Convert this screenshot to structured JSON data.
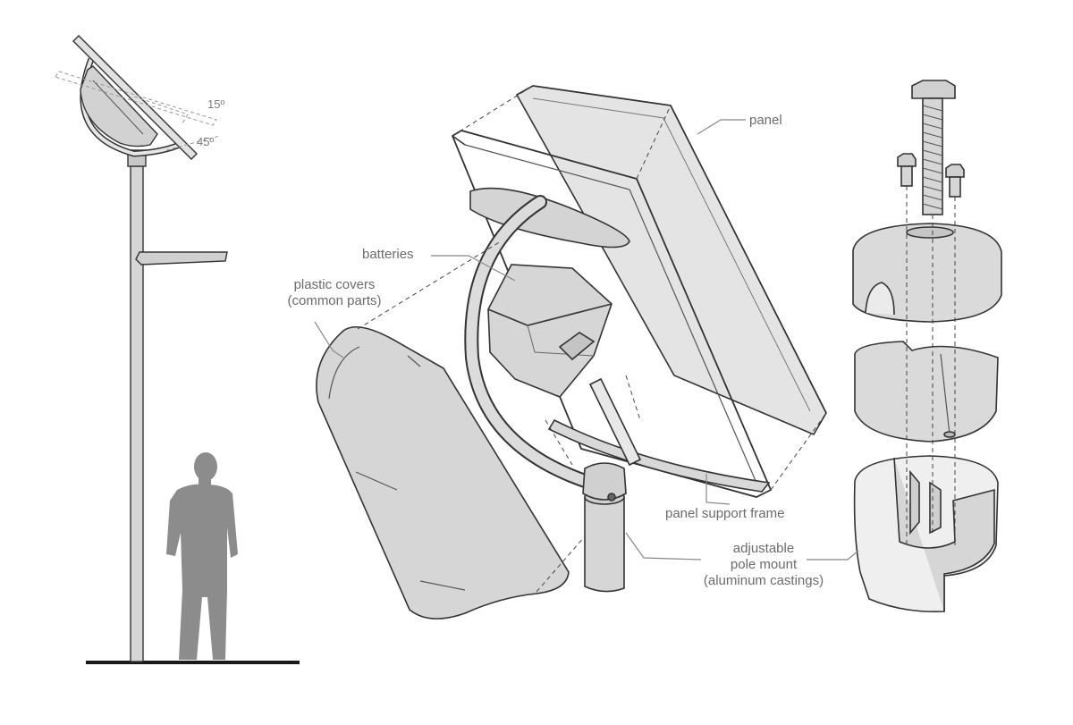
{
  "labels": {
    "angle_15": "15º",
    "angle_45": "45º",
    "panel": "panel",
    "batteries": "batteries",
    "plastic_covers_line1": "plastic covers",
    "plastic_covers_line2": "(common parts)",
    "panel_support_frame": "panel support frame",
    "pole_mount_line1": "adjustable",
    "pole_mount_line2": "pole mount",
    "pole_mount_line3": "(aluminum castings)"
  },
  "colors": {
    "line": "#333333",
    "part_fill": "#dcdcdc",
    "part_light": "#ececec",
    "person": "#8c8c8c",
    "ground": "#1a1a1a",
    "leader": "#888888",
    "label": "#6b6b6b"
  }
}
